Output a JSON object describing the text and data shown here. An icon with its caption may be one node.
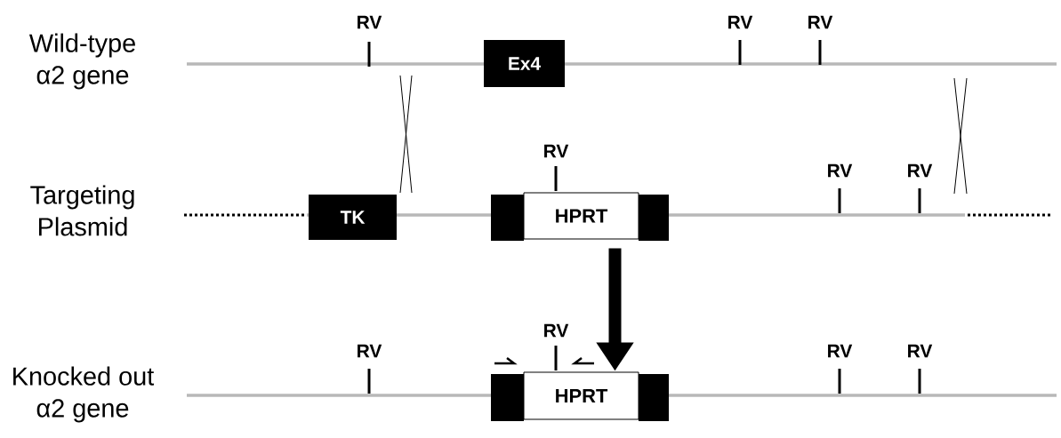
{
  "diagram": {
    "nodes": [
      {
        "text": [
          "Ex4"
        ]
      },
      {
        "text": [
          "TK"
        ]
      },
      {
        "text": [
          "HPRT"
        ]
      },
      {
        "text": [
          "HPRT"
        ]
      }
    ],
    "edges": [
      {
        "from": 2,
        "to": 3,
        "arrow": "to"
      }
    ],
    "labels": [
      "Wild-type α2 gene",
      "RV",
      "RV",
      "RV",
      "Targeting Plasmid",
      "RV",
      "RV",
      "RV",
      "Knocked out α2 gene",
      "RV",
      "RV",
      "RV",
      "RV"
    ]
  }
}
